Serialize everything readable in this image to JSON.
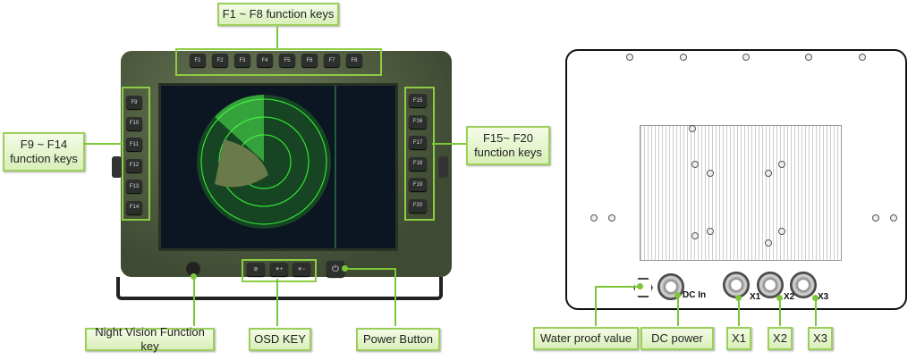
{
  "front": {
    "labels": {
      "top_keys": "F1 ~ F8 function keys",
      "left_keys": "F9 ~ F14 function keys",
      "right_keys": "F15~ F20 function keys",
      "night_vision": "Night Vision Function key",
      "osd": "OSD KEY",
      "power": "Power Button"
    },
    "top_keys": [
      "F1",
      "F2",
      "F3",
      "F4",
      "F5",
      "F6",
      "F7",
      "F8"
    ],
    "left_keys": [
      "F9",
      "F10",
      "F11",
      "F12",
      "F13",
      "F14"
    ],
    "right_keys": [
      "F15",
      "F16",
      "F17",
      "F18",
      "F19",
      "F20"
    ]
  },
  "rear": {
    "connector_marks": {
      "dc": "DC In",
      "x1": "X1",
      "x2": "X2",
      "x3": "X3"
    },
    "labels": {
      "valve": "Water proof value",
      "dc": "DC power",
      "x1": "X1",
      "x2": "X2",
      "x3": "X3"
    }
  }
}
